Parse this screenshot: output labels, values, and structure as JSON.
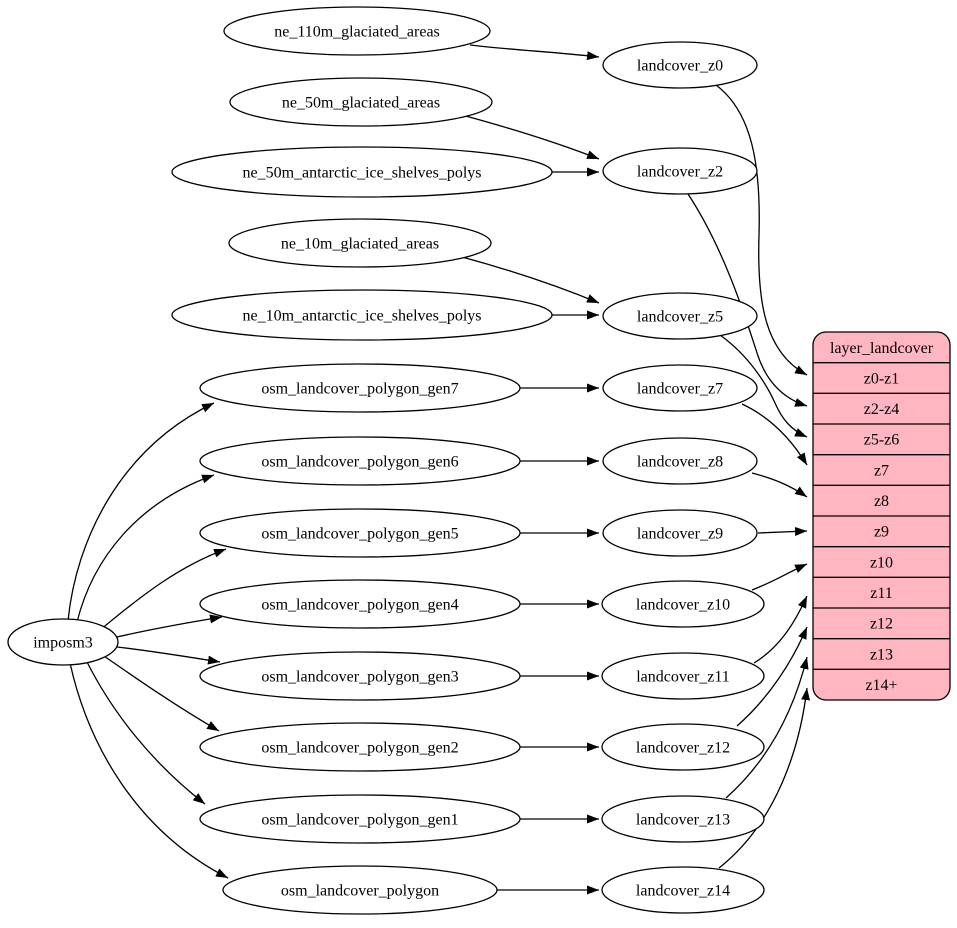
{
  "graph": {
    "kind": "etl-dependency-diagram",
    "layer_name": "landcover"
  },
  "nodes": {
    "imposm3": "imposm3",
    "sources": [
      "ne_110m_glaciated_areas",
      "ne_50m_glaciated_areas",
      "ne_50m_antarctic_ice_shelves_polys",
      "ne_10m_glaciated_areas",
      "ne_10m_antarctic_ice_shelves_polys",
      "osm_landcover_polygon_gen7",
      "osm_landcover_polygon_gen6",
      "osm_landcover_polygon_gen5",
      "osm_landcover_polygon_gen4",
      "osm_landcover_polygon_gen3",
      "osm_landcover_polygon_gen2",
      "osm_landcover_polygon_gen1",
      "osm_landcover_polygon"
    ],
    "generalized": [
      "landcover_z0",
      "landcover_z2",
      "landcover_z5",
      "landcover_z7",
      "landcover_z8",
      "landcover_z9",
      "landcover_z10",
      "landcover_z11",
      "landcover_z12",
      "landcover_z13",
      "landcover_z14"
    ]
  },
  "table": {
    "title": "layer_landcover",
    "rows": [
      "z0-z1",
      "z2-z4",
      "z5-z6",
      "z7",
      "z8",
      "z9",
      "z10",
      "z11",
      "z12",
      "z13",
      "z14+"
    ],
    "fill_color": "#ffb6c1"
  },
  "edges": [
    {
      "from": "imposm3",
      "to": "osm_landcover_polygon_gen7"
    },
    {
      "from": "imposm3",
      "to": "osm_landcover_polygon_gen6"
    },
    {
      "from": "imposm3",
      "to": "osm_landcover_polygon_gen5"
    },
    {
      "from": "imposm3",
      "to": "osm_landcover_polygon_gen4"
    },
    {
      "from": "imposm3",
      "to": "osm_landcover_polygon_gen3"
    },
    {
      "from": "imposm3",
      "to": "osm_landcover_polygon_gen2"
    },
    {
      "from": "imposm3",
      "to": "osm_landcover_polygon_gen1"
    },
    {
      "from": "imposm3",
      "to": "osm_landcover_polygon"
    },
    {
      "from": "ne_110m_glaciated_areas",
      "to": "landcover_z0"
    },
    {
      "from": "ne_50m_glaciated_areas",
      "to": "landcover_z2"
    },
    {
      "from": "ne_50m_antarctic_ice_shelves_polys",
      "to": "landcover_z2"
    },
    {
      "from": "ne_10m_glaciated_areas",
      "to": "landcover_z5"
    },
    {
      "from": "ne_10m_antarctic_ice_shelves_polys",
      "to": "landcover_z5"
    },
    {
      "from": "osm_landcover_polygon_gen7",
      "to": "landcover_z7"
    },
    {
      "from": "osm_landcover_polygon_gen6",
      "to": "landcover_z8"
    },
    {
      "from": "osm_landcover_polygon_gen5",
      "to": "landcover_z9"
    },
    {
      "from": "osm_landcover_polygon_gen4",
      "to": "landcover_z10"
    },
    {
      "from": "osm_landcover_polygon_gen3",
      "to": "landcover_z11"
    },
    {
      "from": "osm_landcover_polygon_gen2",
      "to": "landcover_z12"
    },
    {
      "from": "osm_landcover_polygon_gen1",
      "to": "landcover_z13"
    },
    {
      "from": "osm_landcover_polygon",
      "to": "landcover_z14"
    },
    {
      "from": "landcover_z0",
      "to": "layer_landcover.z0-z1"
    },
    {
      "from": "landcover_z2",
      "to": "layer_landcover.z2-z4"
    },
    {
      "from": "landcover_z5",
      "to": "layer_landcover.z5-z6"
    },
    {
      "from": "landcover_z7",
      "to": "layer_landcover.z7"
    },
    {
      "from": "landcover_z8",
      "to": "layer_landcover.z8"
    },
    {
      "from": "landcover_z9",
      "to": "layer_landcover.z9"
    },
    {
      "from": "landcover_z10",
      "to": "layer_landcover.z10"
    },
    {
      "from": "landcover_z11",
      "to": "layer_landcover.z11"
    },
    {
      "from": "landcover_z12",
      "to": "layer_landcover.z12"
    },
    {
      "from": "landcover_z13",
      "to": "layer_landcover.z13"
    },
    {
      "from": "landcover_z14",
      "to": "layer_landcover.z14+"
    }
  ]
}
